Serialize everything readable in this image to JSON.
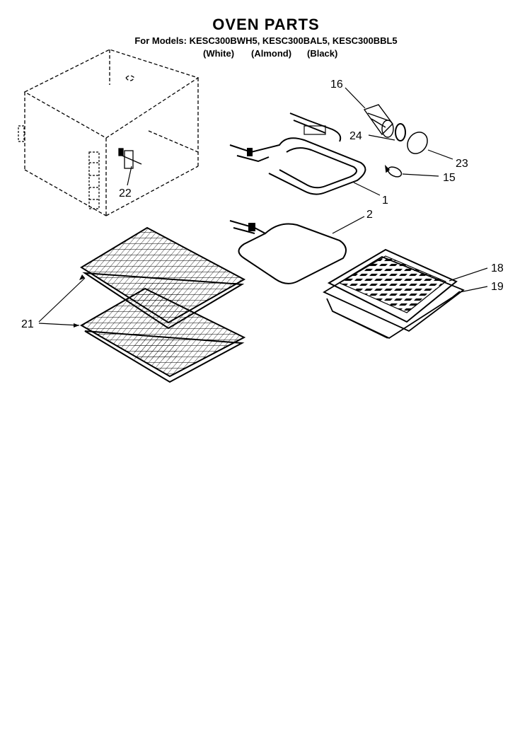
{
  "header": {
    "title": "OVEN PARTS",
    "models_line": "For Models: KESC300BWH5, KESC300BAL5, KESC300BBL5",
    "colors": [
      "(White)",
      "(Almond)",
      "(Black)"
    ]
  },
  "callouts": [
    "16",
    "24",
    "23",
    "15",
    "1",
    "2",
    "18",
    "19",
    "21",
    "22"
  ]
}
